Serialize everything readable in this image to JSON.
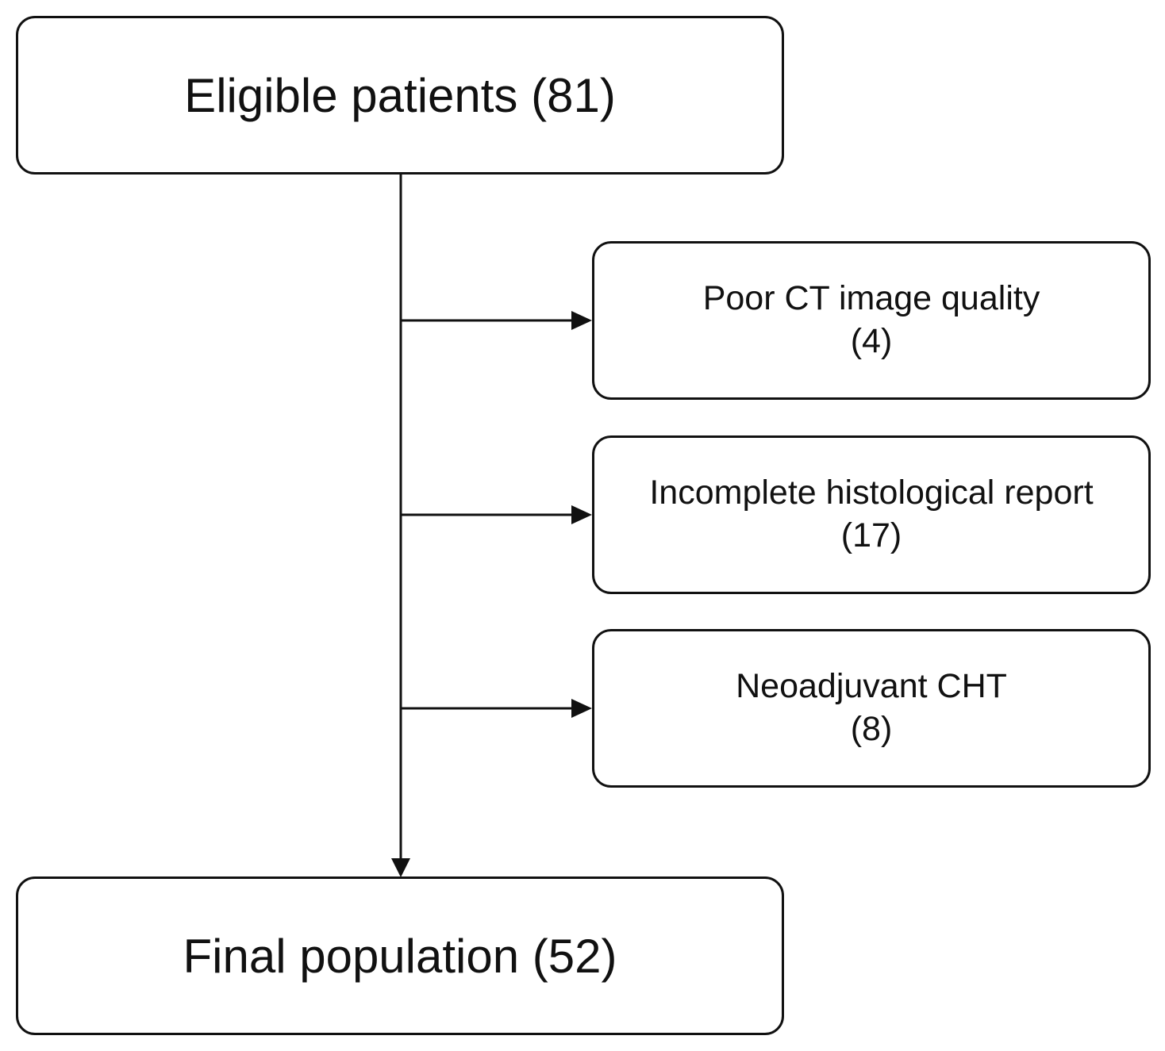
{
  "flowchart": {
    "start": {
      "label": "Eligible patients (81)"
    },
    "exclusions": [
      {
        "label": "Poor CT image quality",
        "count": "(4)"
      },
      {
        "label": "Incomplete histological report",
        "count": "(17)"
      },
      {
        "label": "Neoadjuvant CHT",
        "count": "(8)"
      }
    ],
    "end": {
      "label": "Final population (52)"
    }
  },
  "colors": {
    "stroke": "#111111",
    "background": "#ffffff",
    "text": "#111111"
  }
}
